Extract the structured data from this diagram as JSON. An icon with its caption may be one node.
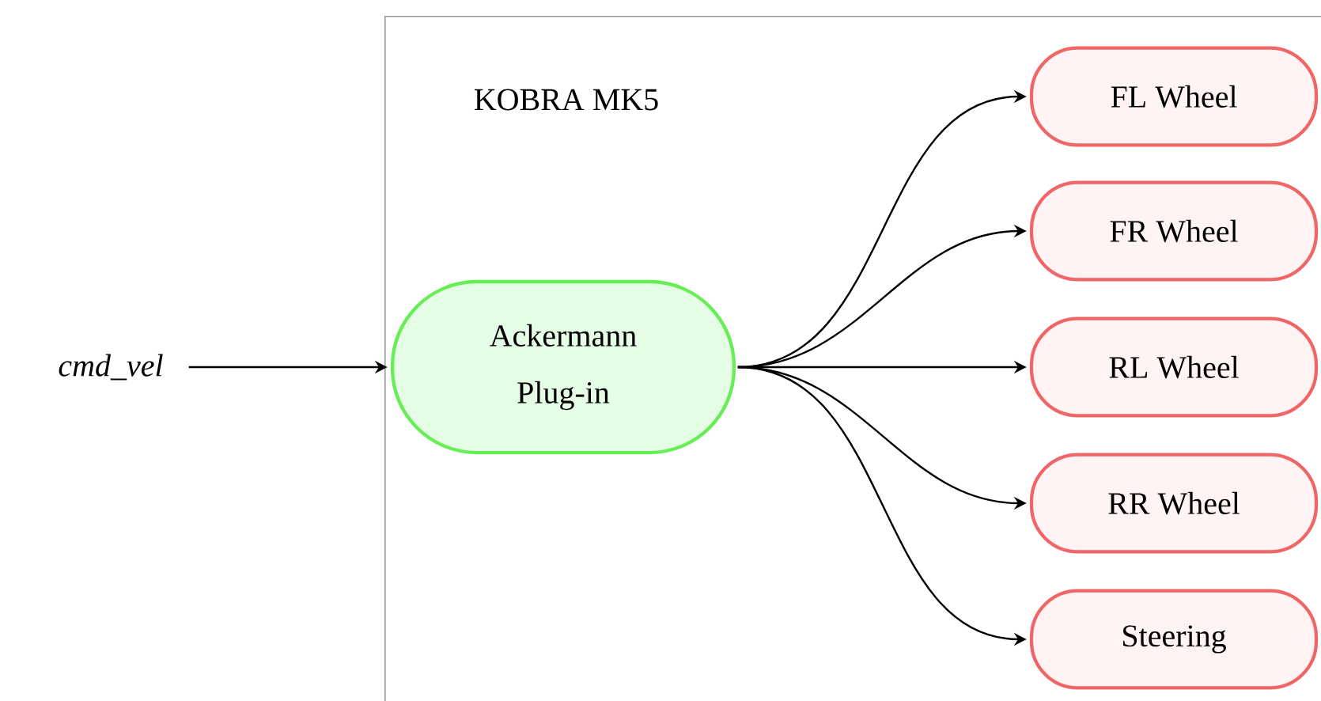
{
  "diagram": {
    "nodes": [
      {
        "text": [
          "KOBRA MK5"
        ]
      },
      {
        "text": [
          "cmd_vel"
        ]
      },
      {
        "text": [
          "Ackermann Plug-in"
        ],
        "in": 0
      },
      {
        "text": [
          "FL Wheel"
        ],
        "in": 0
      },
      {
        "text": [
          "FR Wheel"
        ],
        "in": 0
      },
      {
        "text": [
          "RL Wheel"
        ],
        "in": 0
      },
      {
        "text": [
          "RR Wheel"
        ],
        "in": 0
      },
      {
        "text": [
          "Steering"
        ],
        "in": 0
      }
    ],
    "edges": [
      {
        "from": 1,
        "to": 2,
        "arrow": "to"
      },
      {
        "from": 2,
        "to": 3,
        "arrow": "to"
      },
      {
        "from": 2,
        "to": 4,
        "arrow": "to"
      },
      {
        "from": 2,
        "to": 5,
        "arrow": "to"
      },
      {
        "from": 2,
        "to": 6,
        "arrow": "to"
      },
      {
        "from": 2,
        "to": 7,
        "arrow": "to"
      }
    ]
  }
}
